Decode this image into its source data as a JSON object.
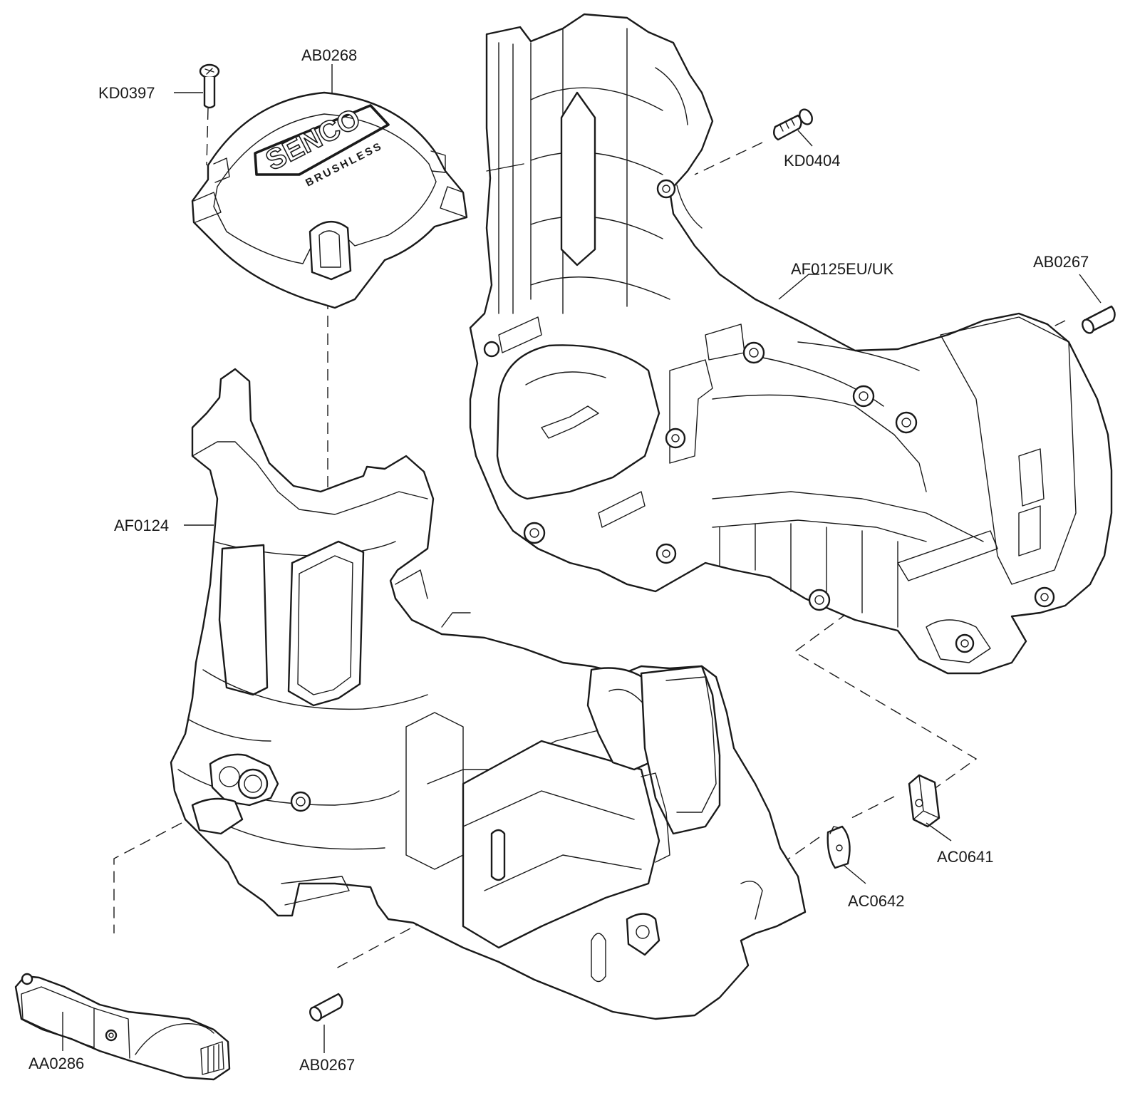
{
  "diagram": {
    "part_labels": {
      "kd0397": "KD0397",
      "ab0268": "AB0268",
      "kd0404": "KD0404",
      "af0125": "AF0125EU/UK",
      "ab0267_right": "AB0267",
      "af0124": "AF0124",
      "ac0641": "AC0641",
      "ac0642": "AC0642",
      "aa0286": "AA0286",
      "ab0267_bottom": "AB0267"
    },
    "cap_branding": {
      "logo": "SENCO",
      "sub": "BRUSHLESS"
    }
  }
}
